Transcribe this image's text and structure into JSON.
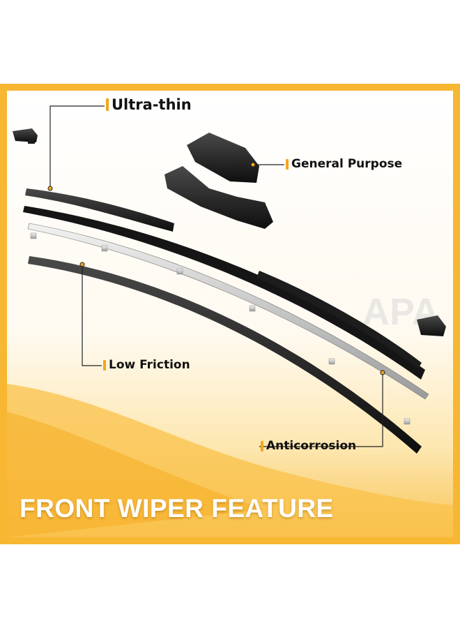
{
  "colors": {
    "accent": "#f4a51c",
    "panel_bg": "#fde7b0",
    "border": "#f7b733",
    "headline_text": "#ffffff"
  },
  "callouts": {
    "ultra_thin": "Ultra-thin",
    "general_purpose": "General Purpose",
    "low_friction": "Low Friction",
    "anticorrosion": "Anticorrosion"
  },
  "headline": "FRONT WIPER FEATURE",
  "watermark": "APA"
}
